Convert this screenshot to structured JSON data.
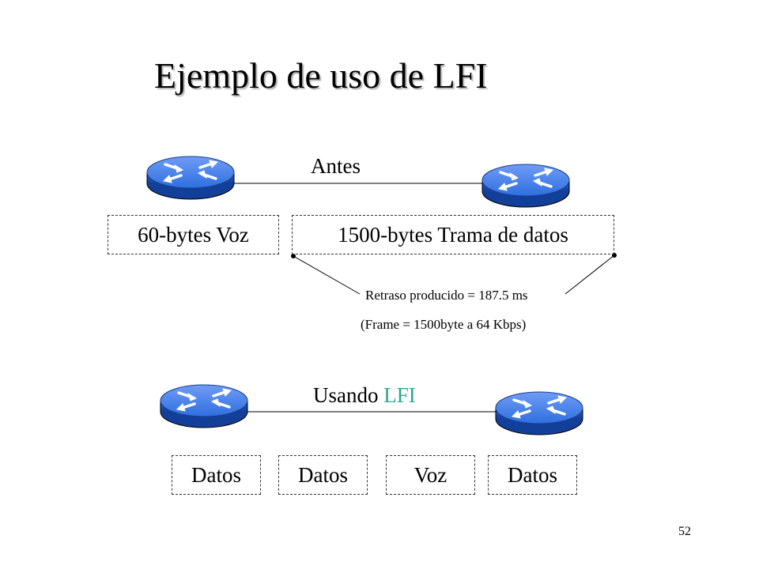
{
  "title": "Ejemplo de uso de LFI",
  "before": {
    "label": "Antes",
    "voice_box": "60-bytes Voz",
    "data_box": "1500-bytes Trama de datos",
    "delay_note": "Retraso producido = 187.5 ms",
    "frame_note": "(Frame = 1500byte a 64 Kbps)"
  },
  "after": {
    "label_prefix": "Usando",
    "label_accent": "LFI",
    "boxes": [
      "Datos",
      "Datos",
      "Voz",
      "Datos"
    ]
  },
  "page_number": "52",
  "colors": {
    "router": "#2f6fe0",
    "accent": "#2aa88e"
  },
  "icons": [
    "router-icon"
  ]
}
